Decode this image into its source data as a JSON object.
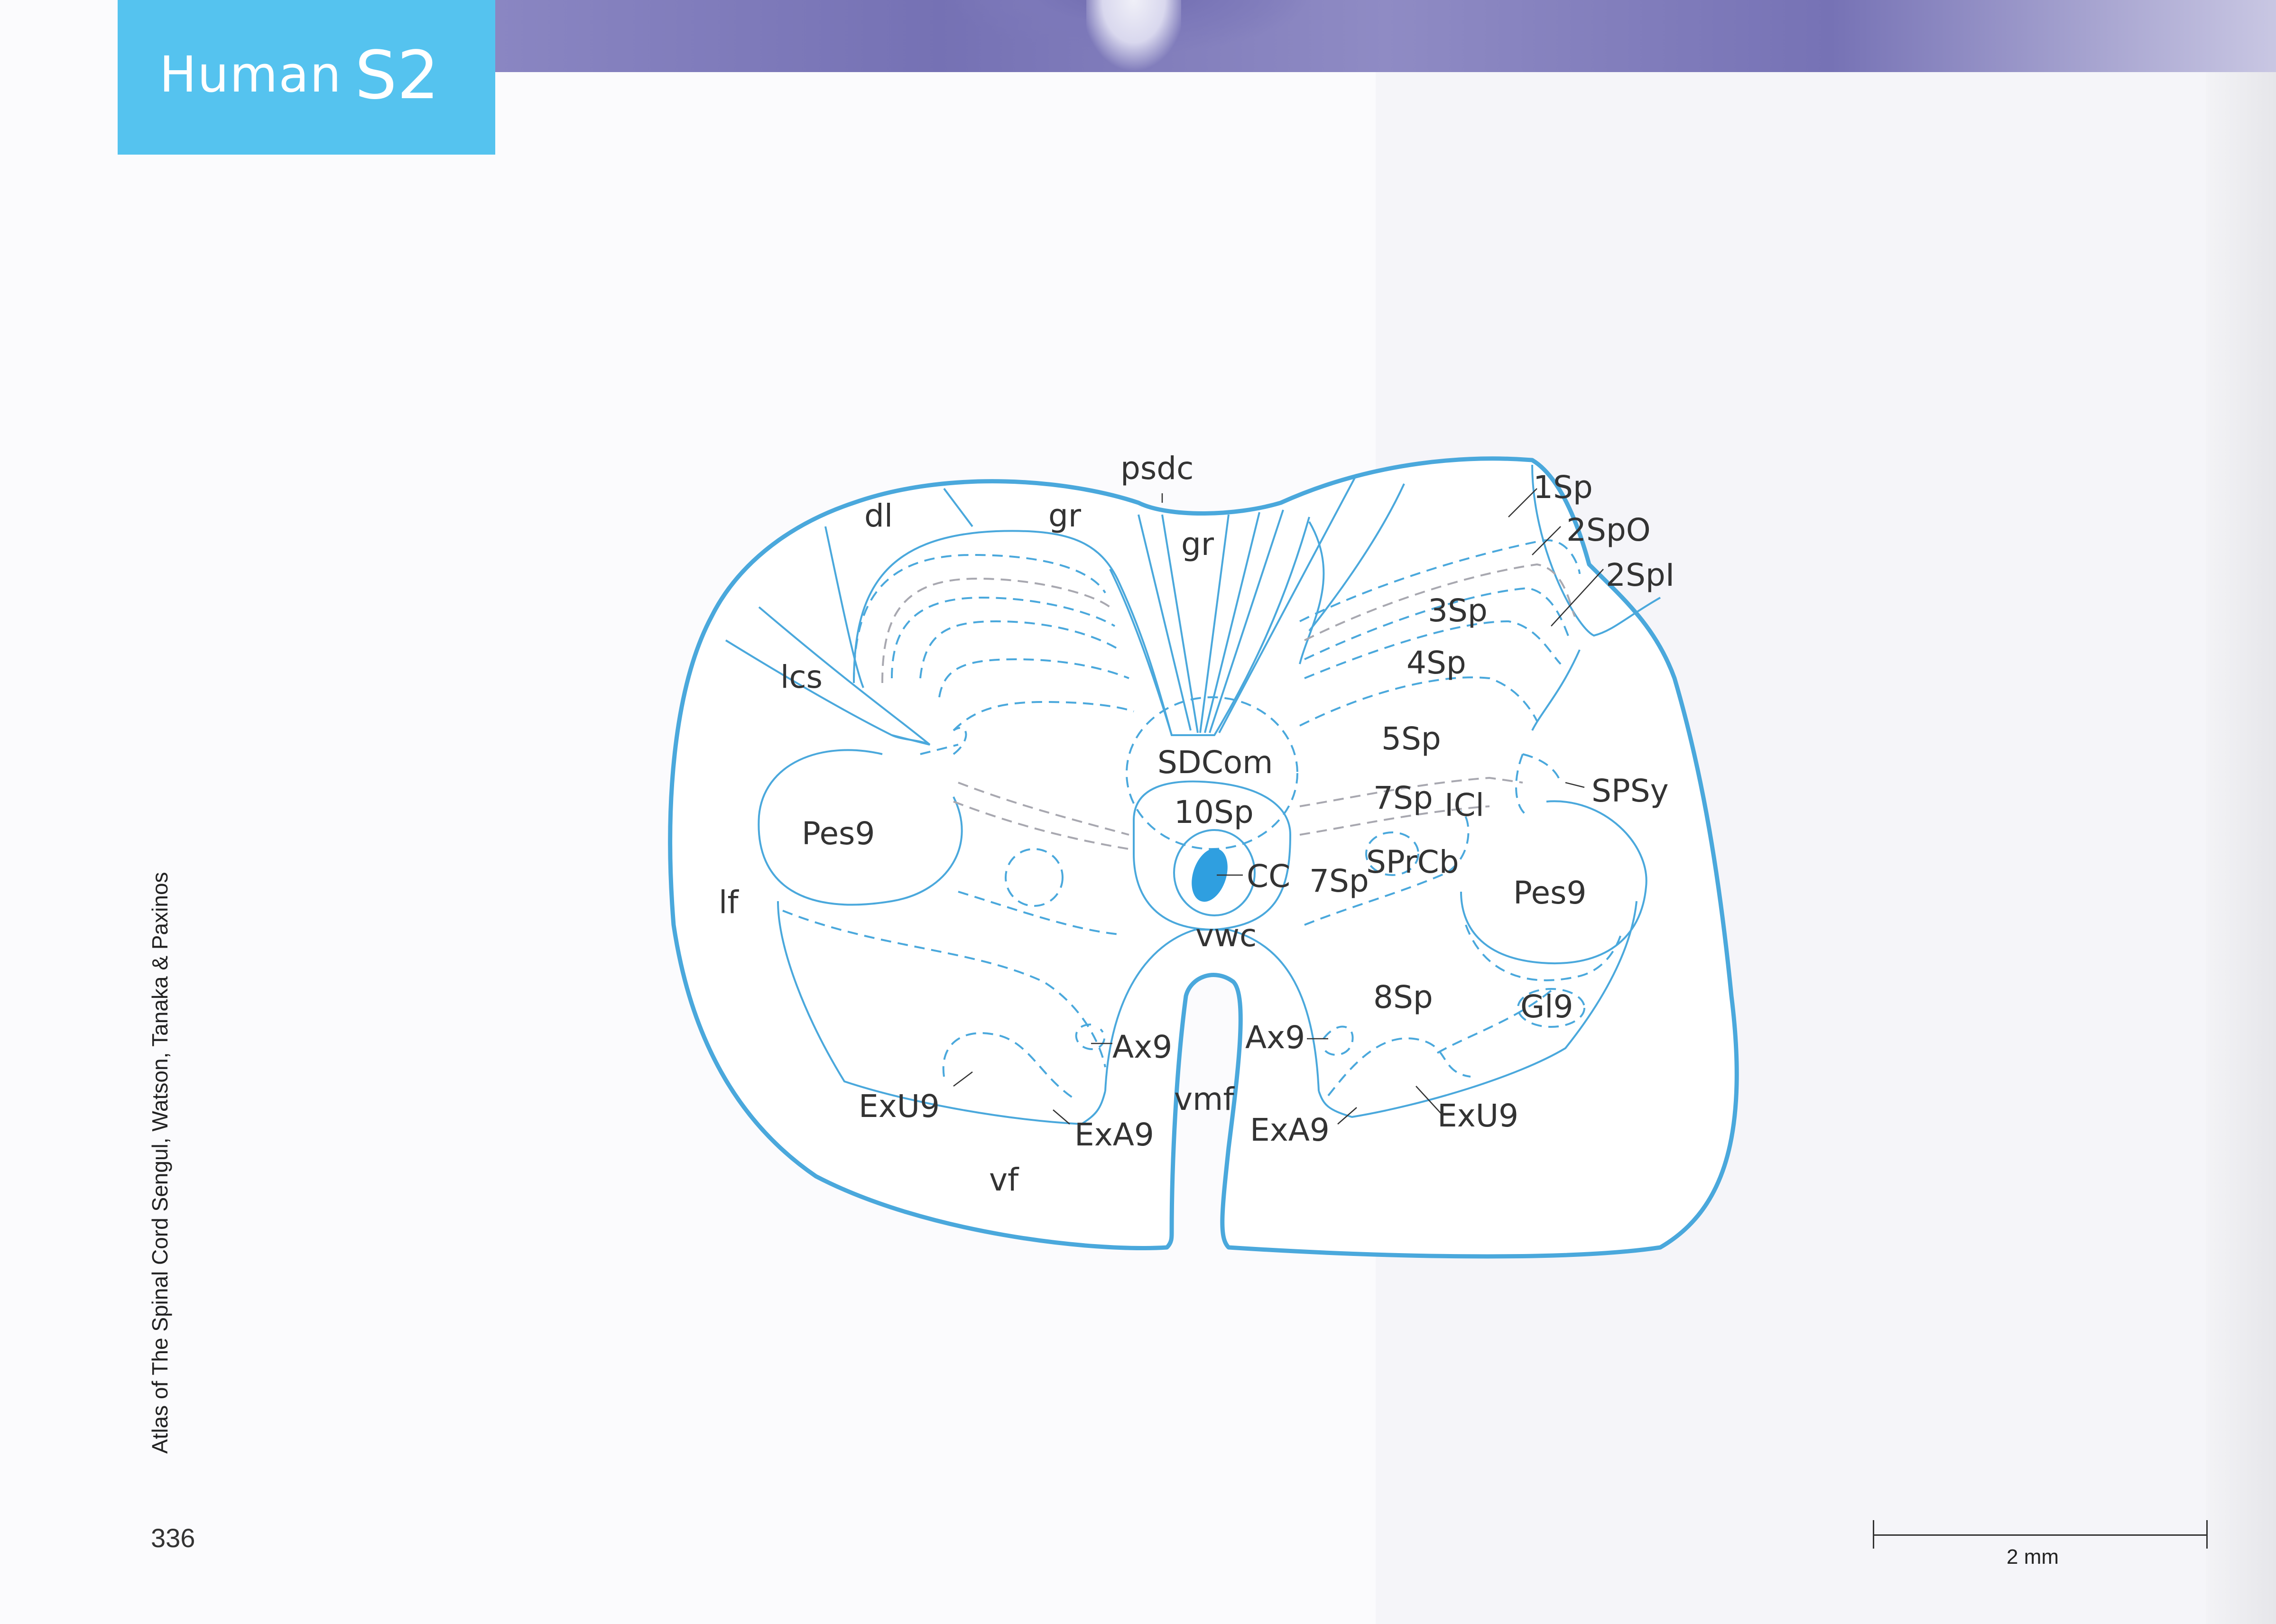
{
  "header": {
    "title_species": "Human",
    "title_level": "S2"
  },
  "side_text": "Atlas of The Spinal Cord   Sengul, Watson, Tanaka & Paxinos",
  "page_number": "336",
  "scale_bar": {
    "label": "2 mm"
  },
  "labels": {
    "psdc": "psdc",
    "gr_left": "gr",
    "dl": "dl",
    "gr_mid": "gr",
    "sp1": "1Sp",
    "sp2o": "2SpO",
    "sp2i": "2SpI",
    "sp3": "3Sp",
    "sp4": "4Sp",
    "lcs": "lcs",
    "sdcom": "SDCom",
    "sp5": "5Sp",
    "spsy": "SPSy",
    "sp10": "10Sp",
    "sp7_upper": "7Sp",
    "icl": "ICl",
    "pes9_left": "Pes9",
    "pes9_right": "Pes9",
    "cc": "CC",
    "sp7_lower": "7Sp",
    "sprcb": "SPrCb",
    "lf": "lf",
    "vwc": "vwc",
    "sp8": "8Sp",
    "gl9": "Gl9",
    "ax9_left": "Ax9",
    "ax9_right": "Ax9",
    "vmf": "vmf",
    "exu9_left": "ExU9",
    "exa9_left": "ExA9",
    "exa9_right": "ExA9",
    "exu9_right": "ExU9",
    "vf": "vf"
  },
  "colors": {
    "accent": "#55c3ef",
    "outline": "#4aa8dc",
    "canal": "#2f9fe0"
  }
}
